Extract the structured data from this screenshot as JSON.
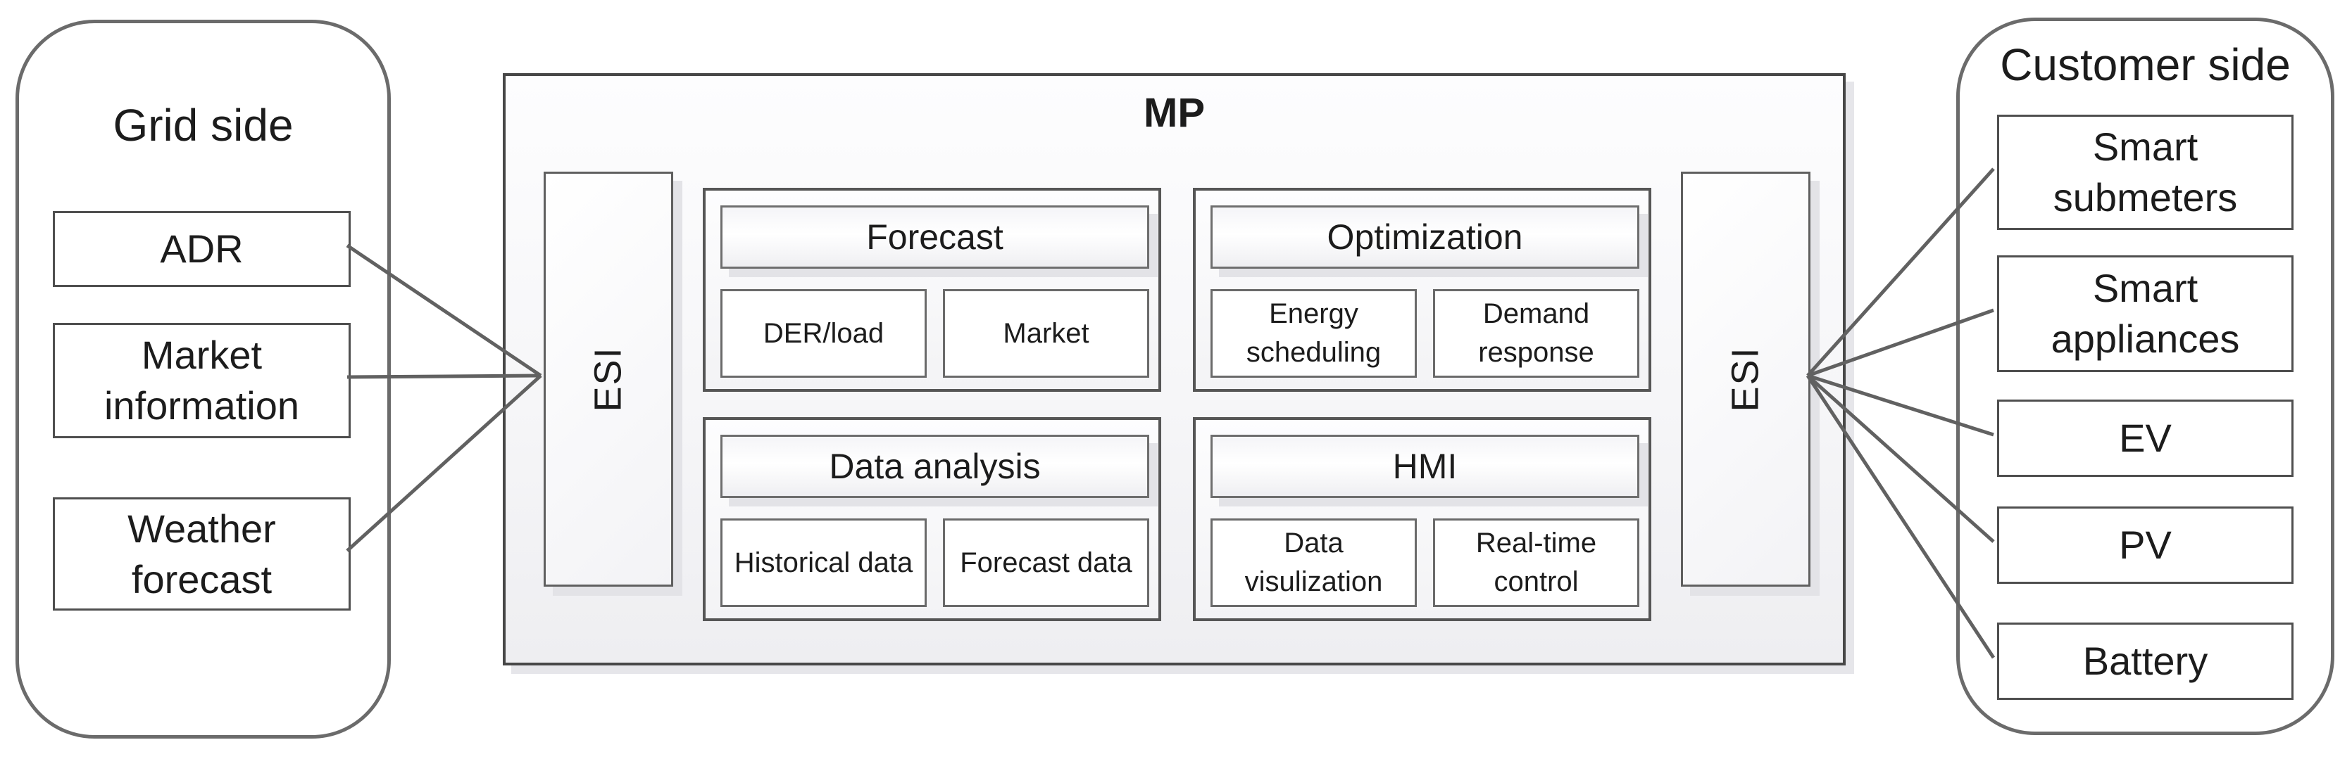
{
  "figure": {
    "left_panel": {
      "title": "Grid side",
      "boxes": [
        {
          "label": "ADR"
        },
        {
          "label": "Market information"
        },
        {
          "label": "Weather forecast"
        }
      ]
    },
    "mp_platform": {
      "title": "MP",
      "esi_left_label": "ESI",
      "esi_right_label": "ESI",
      "sections": [
        {
          "header": "Forecast",
          "items": [
            {
              "label": "DER/load"
            },
            {
              "label": "Market"
            }
          ]
        },
        {
          "header": "Optimization",
          "items": [
            {
              "label": "Energy scheduling"
            },
            {
              "label": "Demand response"
            }
          ]
        },
        {
          "header": "Data analysis",
          "items": [
            {
              "label": "Historical data"
            },
            {
              "label": "Forecast data"
            }
          ]
        },
        {
          "header": "HMI",
          "items": [
            {
              "label": "Data visulization"
            },
            {
              "label": "Real-time control"
            }
          ]
        }
      ]
    },
    "right_panel": {
      "title": "Customer side",
      "boxes": [
        {
          "label": "Smart submeters"
        },
        {
          "label": "Smart appliances"
        },
        {
          "label": "EV"
        },
        {
          "label": "PV"
        },
        {
          "label": "Battery"
        }
      ]
    },
    "colors": {
      "panel_border": "#6b6b6b",
      "box_border_dark": "#4f4f4f",
      "box_border_medium": "#6a6a6a",
      "connector_line": "#616161",
      "shadow": "#e3e3e7",
      "text": "#1c1c1c",
      "background": "#ffffff"
    }
  }
}
